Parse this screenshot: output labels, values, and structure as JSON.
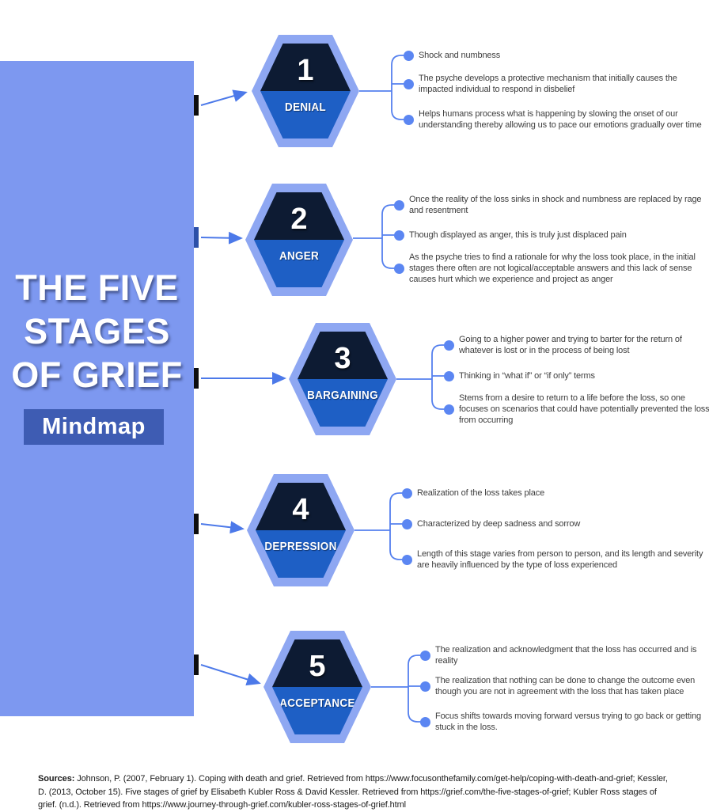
{
  "sidebar": {
    "title_lines": [
      "THE FIVE",
      "STAGES",
      "OF GRIEF"
    ],
    "badge": "Mindmap"
  },
  "stages": [
    {
      "number": "1",
      "name": "DENIAL",
      "points": [
        "Shock and numbness",
        "The psyche develops a protective mechanism that initially causes the impacted individual to respond in disbelief",
        "Helps humans process what is happening by slowing the onset of our understanding thereby allowing us to pace our emotions gradually over time"
      ]
    },
    {
      "number": "2",
      "name": "ANGER",
      "points": [
        "Once the reality of the loss sinks in shock and numbness are replaced by rage and resentment",
        "Though displayed as anger, this is truly just displaced pain",
        "As the psyche tries to find a rationale for why the loss took place, in the initial stages there often are not logical/acceptable answers and this lack of sense causes hurt which we experience and project as anger"
      ]
    },
    {
      "number": "3",
      "name": "BARGAINING",
      "points": [
        "Going to a higher power and trying to barter for the return of whatever is lost or in the process of being lost",
        "Thinking in “what if” or “if only” terms",
        "Stems from a desire to return to a life before the loss, so one focuses on scenarios that could have potentially prevented the loss from occurring"
      ]
    },
    {
      "number": "4",
      "name": "DEPRESSION",
      "points": [
        "Realization of the loss takes place",
        "Characterized by deep sadness and sorrow",
        "Length of this stage varies from person to person, and its length and severity are heavily influenced by the type of loss experienced"
      ]
    },
    {
      "number": "5",
      "name": "ACCEPTANCE",
      "points": [
        "The realization and acknowledgment that the loss has occurred and is reality",
        "The realization that nothing can be done to change the outcome even though you are not in agreement with the loss that has taken place",
        "Focus shifts towards moving forward versus trying to go back or getting stuck in the loss."
      ]
    }
  ],
  "sources": {
    "label": "Sources:",
    "text": " Johnson, P. (2007, February 1). Coping with death and grief. Retrieved from https://www.focusonthefamily.com/get-help/coping-with-death-and-grief; Kessler, D. (2013, October 15). Five stages of grief by Elisabeth Kubler Ross & David Kessler. Retrieved from https://grief.com/the-five-stages-of-grief; Kubler Ross stages of grief. (n.d.). Retrieved from https://www.journey-through-grief.com/kubler-ross-stages-of-grief.html"
  },
  "colors": {
    "sidebar": "#7D98F0",
    "hex_outer": "#8EA7F2",
    "hex_top": "#0D1B33",
    "hex_bottom": "#1E5FC5",
    "mindmap_box": "#3E5CB3",
    "connector_blue": "#4C79E9",
    "bullet_dot": "#5B86F2",
    "square_black": "#0D0D0D",
    "square_blue_stage2": "#2B4FA8"
  }
}
